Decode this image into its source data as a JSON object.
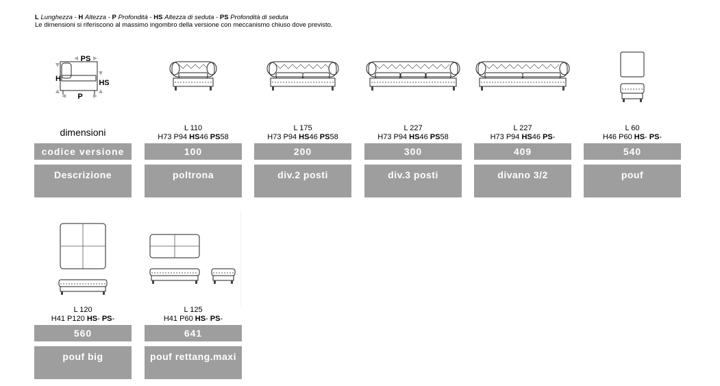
{
  "legend": {
    "l_key": "L",
    "l_text": "Lunghezza",
    "h_key": "H",
    "h_text": "Altezza",
    "p_key": "P",
    "p_text": "Profondità",
    "hs_key": "HS",
    "hs_text": "Altezza di seduta",
    "ps_key": "PS",
    "ps_text": "Profondità di seduta",
    "sep": " - ",
    "note": "Le dimensioni si riferiscono al massimo ingombro della versione con meccanismo chiuso dove previsto."
  },
  "diagram": {
    "ps": "PS",
    "h": "H",
    "hs": "HS",
    "p": "P"
  },
  "row_labels": {
    "dimensioni": "dimensioni",
    "codice": "codice versione",
    "descrizione": "Descrizione"
  },
  "items": [
    {
      "L": "L 110",
      "H": "H73",
      "P": "P94",
      "HS_key": "HS",
      "HS": "46",
      "PS_key": "PS",
      "PS": "58",
      "code": "100",
      "desc": "poltrona"
    },
    {
      "L": "L 175",
      "H": "H73",
      "P": "P94",
      "HS_key": "HS",
      "HS": "46",
      "PS_key": "PS",
      "PS": "58",
      "code": "200",
      "desc": "div.2 posti"
    },
    {
      "L": "L 227",
      "H": "H73",
      "P": "P94",
      "HS_key": "HS",
      "HS": "46",
      "PS_key": "PS",
      "PS": "58",
      "code": "300",
      "desc": "div.3 posti"
    },
    {
      "L": "L 227",
      "H": "H73",
      "P": "P94",
      "HS_key": "HS",
      "HS": "46",
      "PS_key": "PS",
      "PS": "-",
      "code": "409",
      "desc": "divano 3/2"
    },
    {
      "L": "L 60",
      "H": "H46",
      "P": "P60",
      "HS_key": "HS",
      "HS": "-",
      "PS_key": "PS",
      "PS": "-",
      "code": "540",
      "desc": "pouf"
    },
    {
      "L": "L 120",
      "H": "H41",
      "P": "P120",
      "HS_key": "HS",
      "HS": "-",
      "PS_key": "PS",
      "PS": "-",
      "code": "560",
      "desc": "pouf big"
    },
    {
      "L": "L 125",
      "H": "H41",
      "P": "P60",
      "HS_key": "HS",
      "HS": "-",
      "PS_key": "PS",
      "PS": "-",
      "code": "641",
      "desc": "pouf rettang.maxi"
    }
  ]
}
